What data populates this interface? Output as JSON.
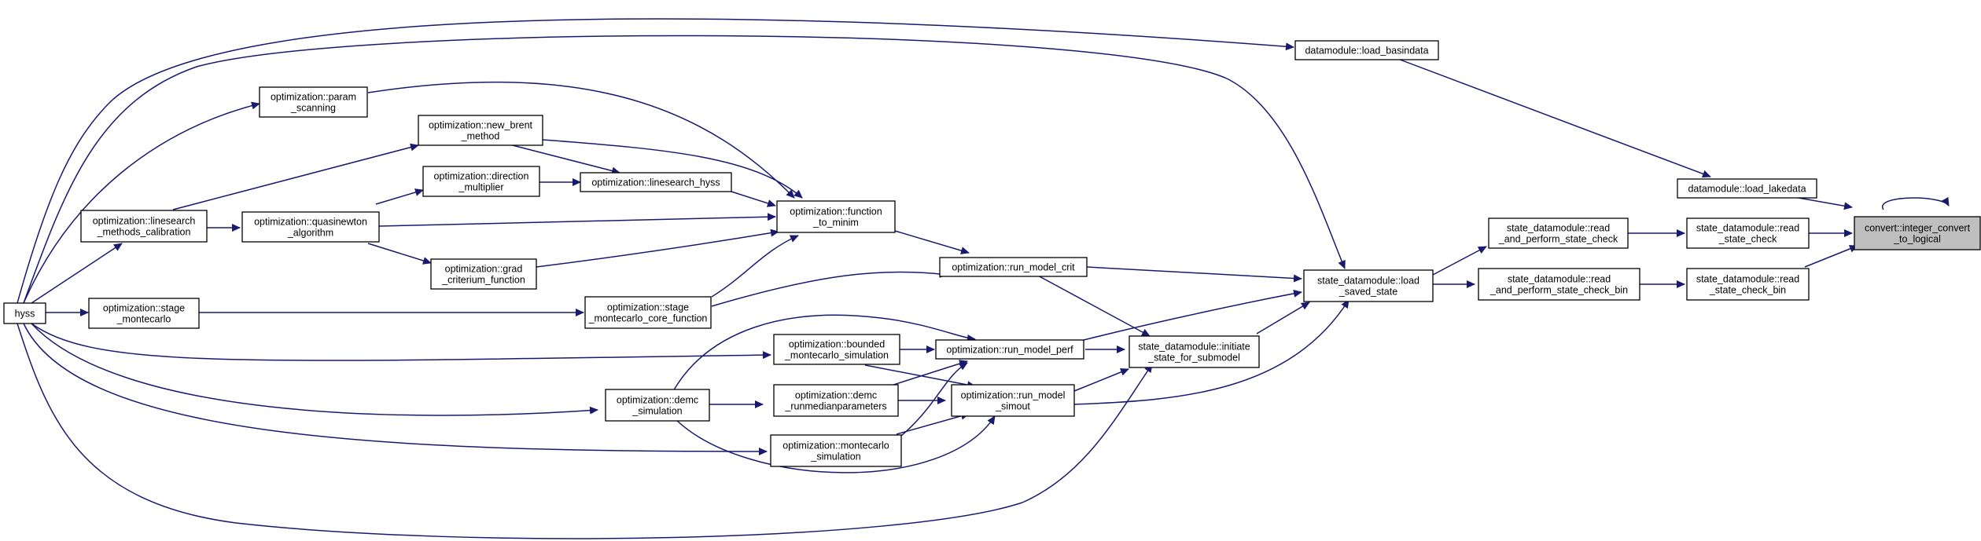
{
  "nodes": {
    "hyss": [
      "hyss"
    ],
    "stage_montecarlo": [
      "optimization::stage",
      "_montecarlo"
    ],
    "linesearch_cal": [
      "optimization::linesearch",
      "_methods_calibration"
    ],
    "param_scanning": [
      "optimization::param",
      "_scanning"
    ],
    "new_brent": [
      "optimization::new_brent",
      "_method"
    ],
    "direction_mult": [
      "optimization::direction",
      "_multiplier"
    ],
    "quasinewton": [
      "optimization::quasinewton",
      "_algorithm"
    ],
    "grad_crit": [
      "optimization::grad",
      "_criterium_function"
    ],
    "linesearch_hyss": [
      "optimization::linesearch_hyss"
    ],
    "function_to_minim": [
      "optimization::function",
      "_to_minim"
    ],
    "stage_mc_core": [
      "optimization::stage",
      "_montecarlo_core_function"
    ],
    "bounded_mc": [
      "optimization::bounded",
      "_montecarlo_simulation"
    ],
    "demc_sim": [
      "optimization::demc",
      "_simulation"
    ],
    "demc_runmedian": [
      "optimization::demc",
      "_runmedianparameters"
    ],
    "montecarlo_sim": [
      "optimization::montecarlo",
      "_simulation"
    ],
    "run_model_crit": [
      "optimization::run_model_crit"
    ],
    "run_model_perf": [
      "optimization::run_model_perf"
    ],
    "run_model_simout": [
      "optimization::run_model",
      "_simout"
    ],
    "initiate_state": [
      "state_datamodule::initiate",
      "_state_for_submodel"
    ],
    "load_saved_state": [
      "state_datamodule::load",
      "_saved_state"
    ],
    "read_perform": [
      "state_datamodule::read",
      "_and_perform_state_check"
    ],
    "read_perform_bin": [
      "state_datamodule::read",
      "_and_perform_state_check_bin"
    ],
    "read_state_check": [
      "state_datamodule::read",
      "_state_check"
    ],
    "read_state_check_bin": [
      "state_datamodule::read",
      "_state_check_bin"
    ],
    "load_basindata": [
      "datamodule::load_basindata"
    ],
    "load_lakedata": [
      "datamodule::load_lakedata"
    ],
    "integer_convert": [
      "convert::integer_convert",
      "_to_logical"
    ]
  }
}
